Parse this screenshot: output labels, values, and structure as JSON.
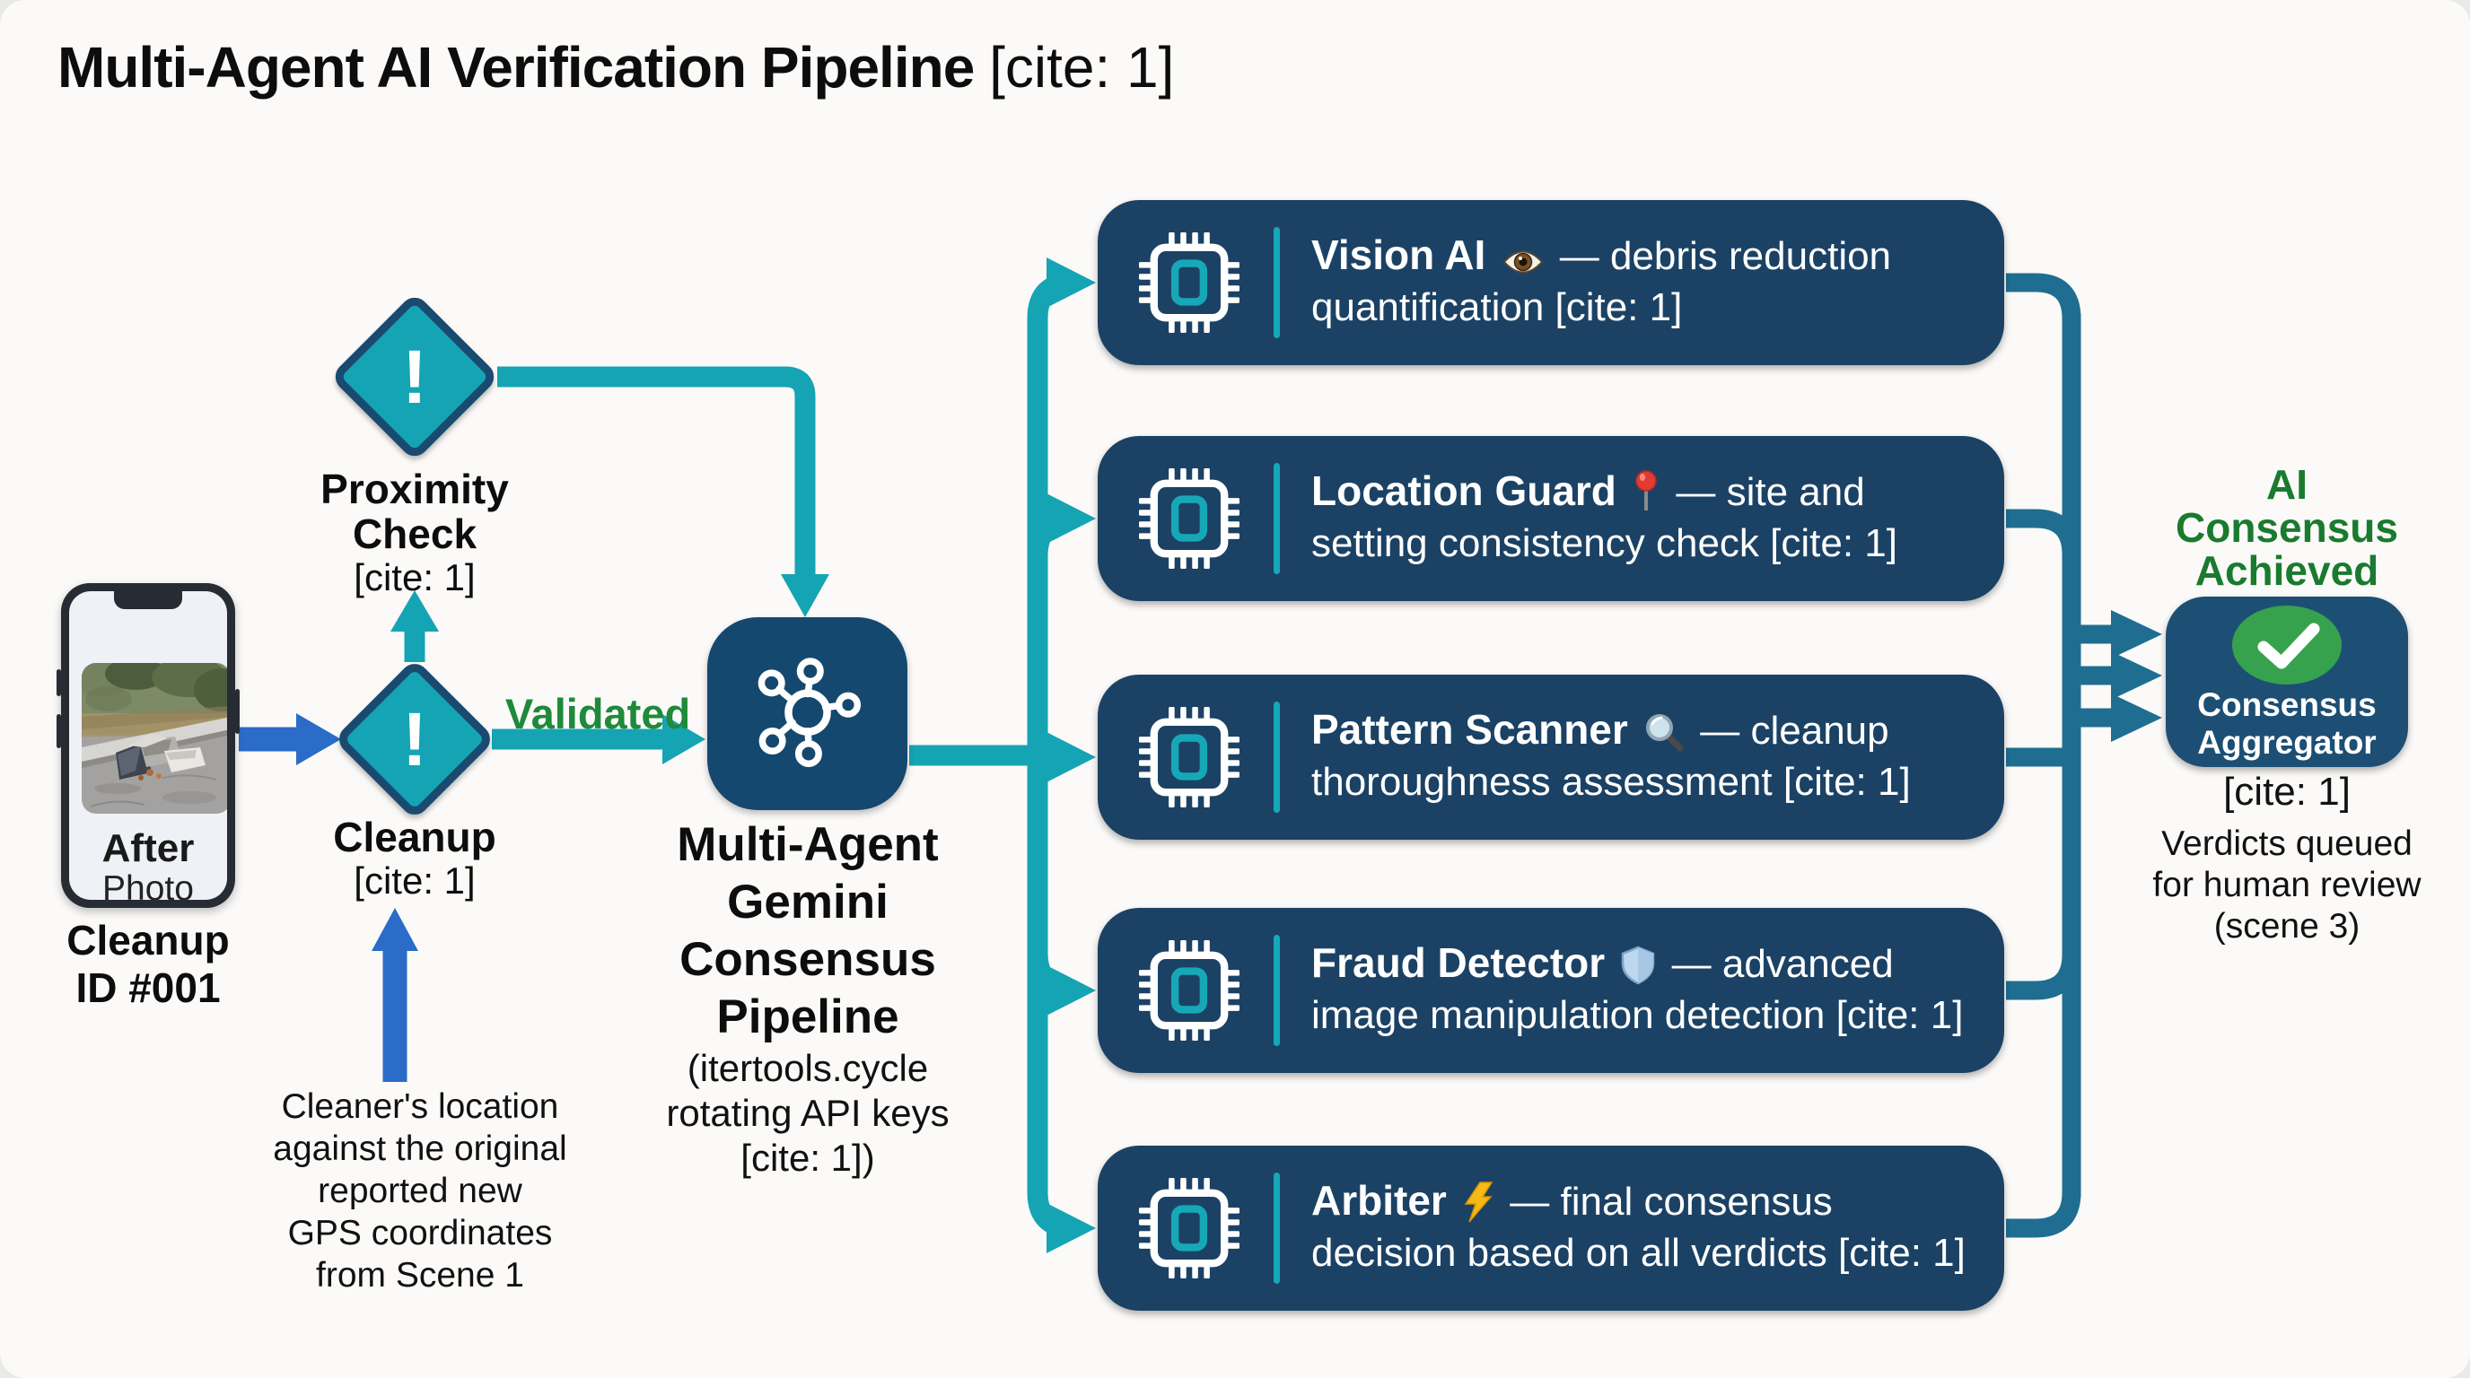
{
  "title": {
    "main": "Multi-Agent AI Verification Pipeline",
    "cite": "[cite: 1]"
  },
  "phone": {
    "label_bold": "After",
    "label_regular": "Photo",
    "caption_lines": [
      "Cleanup",
      "ID #001"
    ],
    "photo_subject": "debris pile on roadside"
  },
  "proximity_check": {
    "line1": "Proximity",
    "line2": "Check",
    "cite": "[cite: 1]",
    "symbol": "!"
  },
  "cleanup_check": {
    "label": "Cleanup",
    "cite": "[cite: 1]",
    "symbol": "!"
  },
  "validated_label": "Validated",
  "gps_note": {
    "lines": [
      "Cleaner's location",
      "against the original",
      "reported new",
      "GPS coordinates",
      "from Scene 1"
    ]
  },
  "pipeline": {
    "name_lines": [
      "Multi-Agent",
      "Gemini",
      "Consensus",
      "Pipeline"
    ],
    "sub_lines": [
      "(itertools.cycle",
      "rotating API keys",
      "[cite: 1])"
    ]
  },
  "agents": [
    {
      "name": "Vision AI",
      "icon": "eye-icon",
      "icon_char": "👁️",
      "desc_line1": "— debris reduction",
      "desc_line2": "quantification [cite: 1]"
    },
    {
      "name": "Location Guard",
      "icon": "pin-icon",
      "icon_char": "📍",
      "desc_line1": "— site and",
      "desc_line2": "setting consistency check [cite: 1]"
    },
    {
      "name": "Pattern Scanner",
      "icon": "magnifier-icon",
      "icon_char": "🔍",
      "desc_line1": "— cleanup",
      "desc_line2": "thoroughness assessment [cite: 1]"
    },
    {
      "name": "Fraud Detector",
      "icon": "shield-icon",
      "icon_char": "🛡️",
      "desc_line1": "— advanced",
      "desc_line2": "image manipulation detection [cite: 1]"
    },
    {
      "name": "Arbiter",
      "icon": "lightning-icon",
      "icon_char": "⚡",
      "desc_line1": "— final consensus",
      "desc_line2": "decision based on all verdicts [cite: 1]"
    }
  ],
  "consensus": {
    "heading_lines": [
      "AI",
      "Consensus",
      "Achieved"
    ],
    "box_label_lines": [
      "Consensus",
      "Aggregator"
    ],
    "cite": "[cite: 1]",
    "note_lines": [
      "Verdicts queued",
      "for human review",
      "(scene 3)"
    ]
  },
  "colors": {
    "teal_flow": "#15a4b4",
    "diamond_border": "#1a4a70",
    "navy_box": "#1b4265",
    "pipeline_box": "#15486e",
    "aggregator_box": "#1d4f75",
    "blue_arrow": "#2b6cc9",
    "right_connector": "#1f6e91",
    "validated_green": "#1e8a3a",
    "consensus_green": "#1a7a2e",
    "check_green": "#36a24e",
    "background": "#fbfaf8"
  }
}
